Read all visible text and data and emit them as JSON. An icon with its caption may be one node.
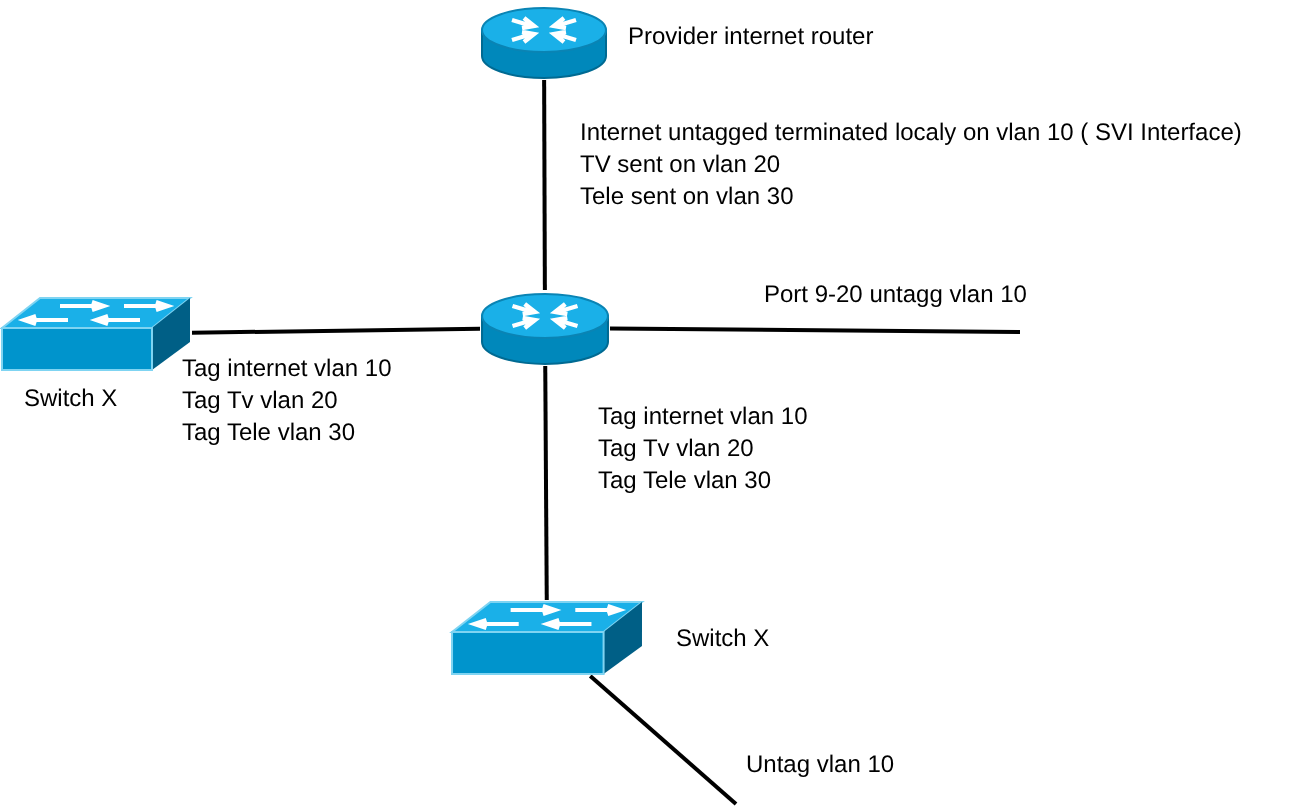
{
  "diagram": {
    "nodes": [
      {
        "text": [
          "Provider internet router"
        ]
      },
      {
        "text": [],
        "shape": "cylinder"
      },
      {
        "text": [
          "Switch X"
        ]
      },
      {
        "text": [
          "Switch X"
        ]
      }
    ],
    "edges": [
      {
        "from": 0,
        "to": 1,
        "arrow": "none"
      },
      {
        "from": 2,
        "to": 1,
        "arrow": "none"
      },
      {
        "from": 1,
        "to": null,
        "arrow": "none"
      },
      {
        "from": 1,
        "to": 3,
        "arrow": "none"
      },
      {
        "from": 3,
        "to": null,
        "arrow": "none"
      }
    ],
    "labels": [
      "Internet untagged terminated localy on vlan 10 ( SVI Interface)",
      "TV sent on vlan 20",
      "Tele sent on vlan 30",
      "Port 9-20 untagg vlan 10",
      "Tag internet vlan 10",
      "Tag Tv vlan 20",
      "Tag Tele vlan 30",
      "Tag internet vlan 10",
      "Tag Tv vlan 20",
      "Tag Tele vlan 30",
      "Untag vlan 10"
    ]
  }
}
